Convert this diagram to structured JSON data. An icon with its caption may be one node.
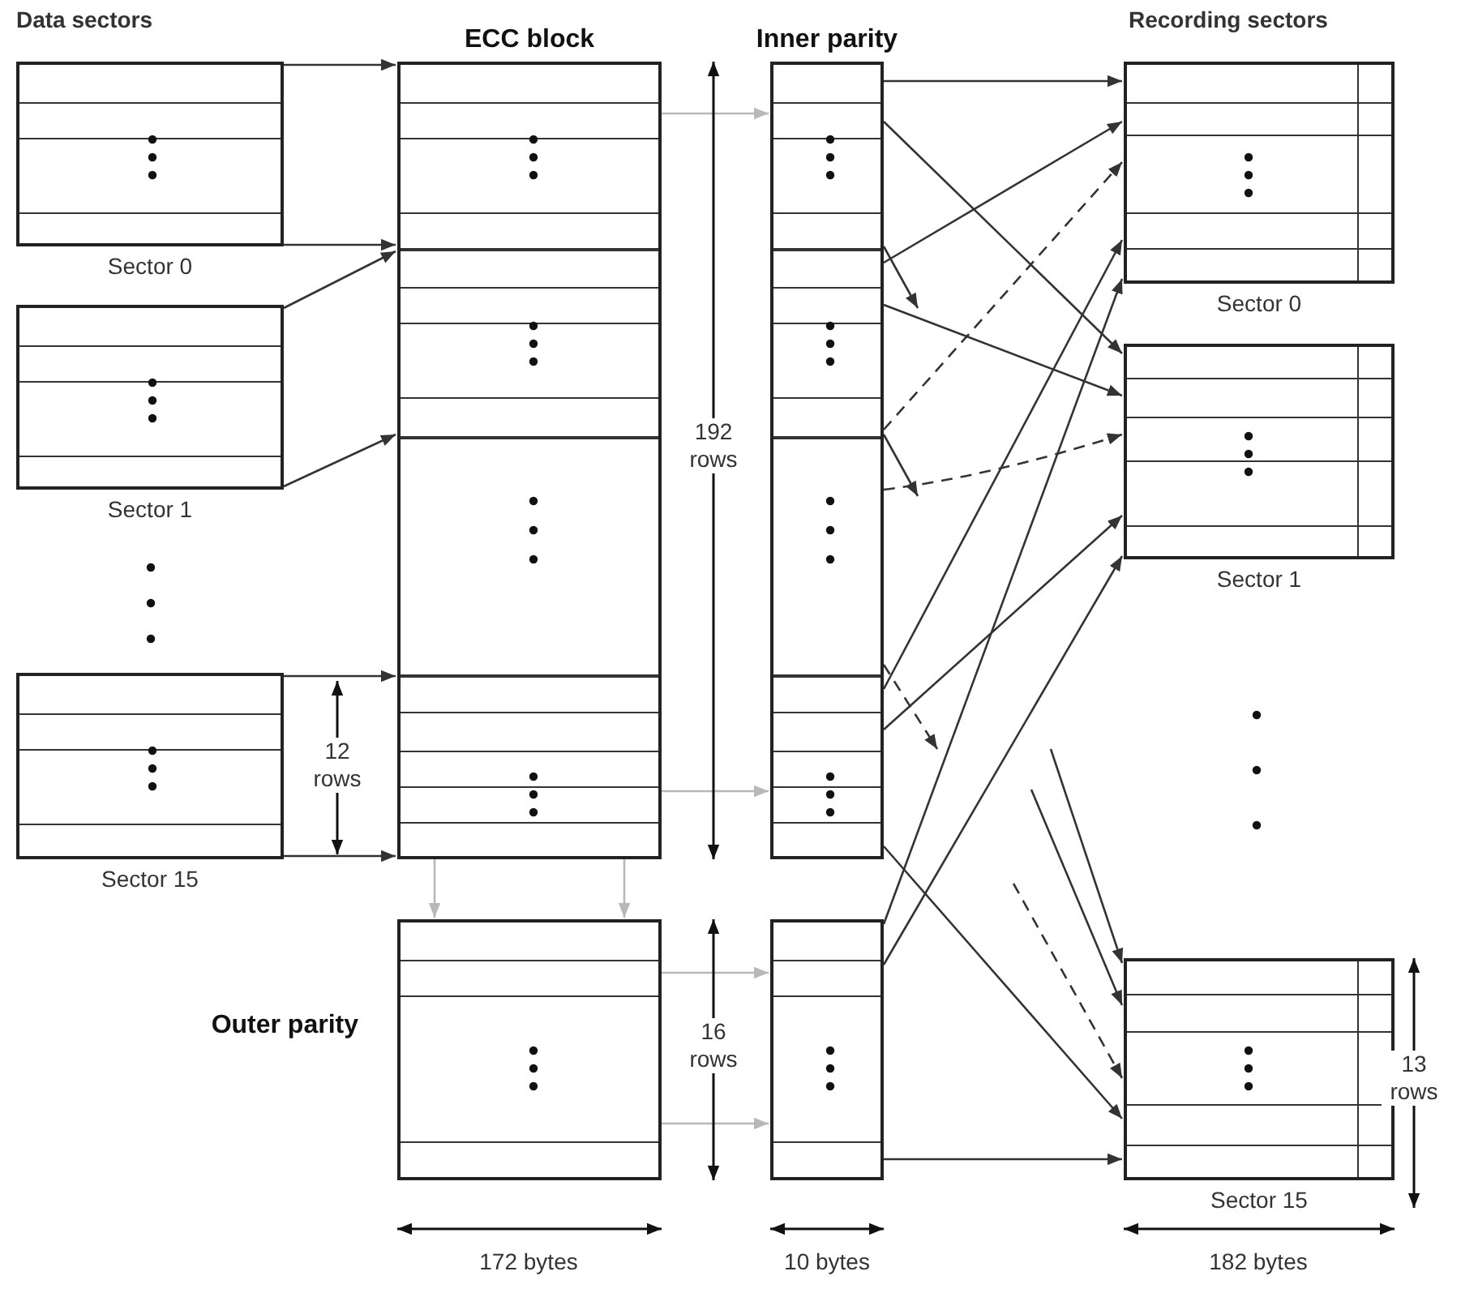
{
  "diagram": {
    "nodes": [
      {
        "text": [
          "Sector 0"
        ]
      },
      {
        "text": [
          "Sector 1"
        ]
      },
      {
        "text": [
          "Sector 15"
        ]
      },
      {
        "text": [
          "ECC block"
        ]
      },
      {
        "text": [
          "Outer parity"
        ]
      },
      {
        "text": [
          "Inner parity"
        ]
      },
      {
        "text": [],
        "shape": "box"
      },
      {
        "text": [
          "Sector 0"
        ]
      },
      {
        "text": [
          "Sector 1"
        ]
      },
      {
        "text": [
          "Sector 15"
        ]
      }
    ],
    "edges": [
      {
        "from": 0,
        "to": 3,
        "arrow": "to"
      },
      {
        "from": 0,
        "to": 3,
        "arrow": "to"
      },
      {
        "from": 1,
        "to": 3,
        "arrow": "to"
      },
      {
        "from": 1,
        "to": 3,
        "arrow": "to"
      },
      {
        "from": 2,
        "to": 3,
        "arrow": "to"
      },
      {
        "from": 2,
        "to": 3,
        "arrow": "to"
      },
      {
        "from": 3,
        "to": 5,
        "arrow": "to",
        "color": "#b8b8b8"
      },
      {
        "from": 3,
        "to": 5,
        "arrow": "to",
        "color": "#b8b8b8"
      },
      {
        "from": 3,
        "to": 4,
        "arrow": "to",
        "color": "#b8b8b8"
      },
      {
        "from": 3,
        "to": 4,
        "arrow": "to",
        "color": "#b8b8b8"
      },
      {
        "from": 4,
        "to": 6,
        "arrow": "to",
        "color": "#b8b8b8"
      },
      {
        "from": 4,
        "to": 6,
        "arrow": "to",
        "color": "#b8b8b8"
      },
      {
        "from": 5,
        "to": 7,
        "arrow": "to"
      },
      {
        "from": 5,
        "to": 8,
        "arrow": "to"
      },
      {
        "from": 5,
        "to": 7,
        "arrow": "to"
      },
      {
        "from": 5,
        "to": null,
        "arrow": "to"
      },
      {
        "from": 5,
        "to": 7,
        "arrow": "to",
        "style": "dashed"
      },
      {
        "from": 5,
        "to": 8,
        "arrow": "to"
      },
      {
        "from": 5,
        "to": null,
        "arrow": "to"
      },
      {
        "from": 5,
        "to": 8,
        "arrow": "to",
        "style": "dashed"
      },
      {
        "from": 5,
        "to": 7,
        "arrow": "to"
      },
      {
        "from": 6,
        "to": 7,
        "arrow": "to"
      },
      {
        "from": 5,
        "to": 8,
        "arrow": "to"
      },
      {
        "from": 6,
        "to": 8,
        "arrow": "to"
      },
      {
        "from": 5,
        "to": null,
        "arrow": "to",
        "style": "dashed"
      },
      {
        "from": 5,
        "to": 9,
        "arrow": "to"
      },
      {
        "from": null,
        "to": 9,
        "arrow": "to"
      },
      {
        "from": null,
        "to": 9,
        "arrow": "to"
      },
      {
        "from": null,
        "to": 9,
        "arrow": "to",
        "style": "dashed"
      },
      {
        "from": 6,
        "to": 9,
        "arrow": "to"
      }
    ],
    "labels": [
      "Data sectors",
      "Recording sectors",
      "192 rows",
      "12 rows",
      "16 rows",
      "13 rows",
      "172 bytes",
      "10 bytes",
      "182 bytes"
    ]
  }
}
